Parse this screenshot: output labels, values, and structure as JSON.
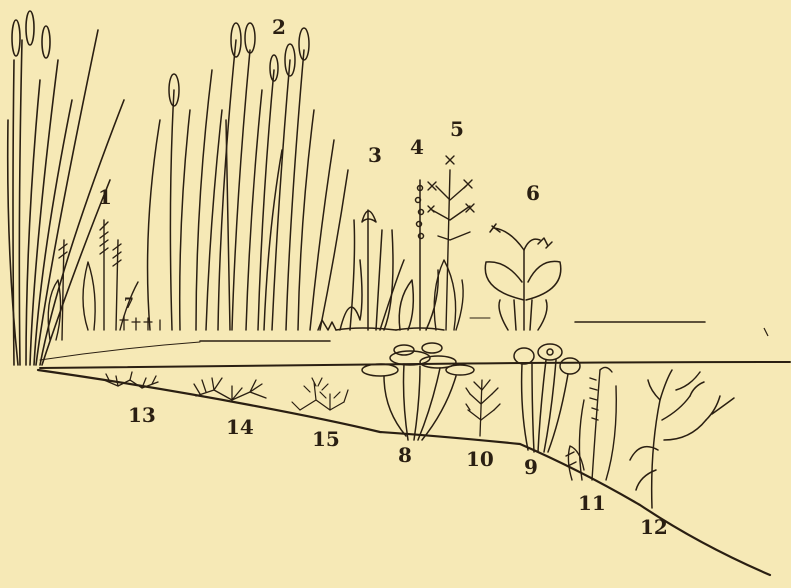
{
  "figure": {
    "background_color": "#f6e9b6",
    "ink_color": "#2a1f12",
    "labels": [
      "1",
      "2",
      "3",
      "4",
      "5",
      "6",
      "7",
      "8",
      "9",
      "10",
      "11",
      "12",
      "13",
      "14",
      "15"
    ]
  }
}
